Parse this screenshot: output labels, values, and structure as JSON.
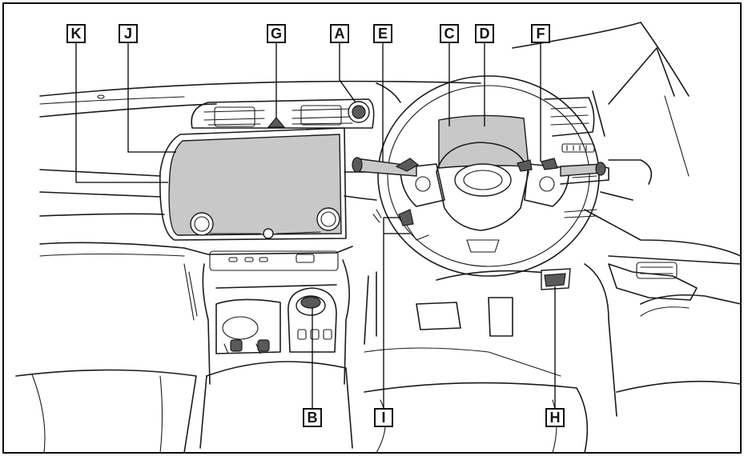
{
  "callouts": {
    "K": "K",
    "J": "J",
    "G": "G",
    "A": "A",
    "E": "E",
    "C": "C",
    "D": "D",
    "F": "F",
    "B": "B",
    "I": "I",
    "H": "H"
  },
  "colors": {
    "highlight": "#c8c8c8",
    "line": "#1a1a1a"
  }
}
